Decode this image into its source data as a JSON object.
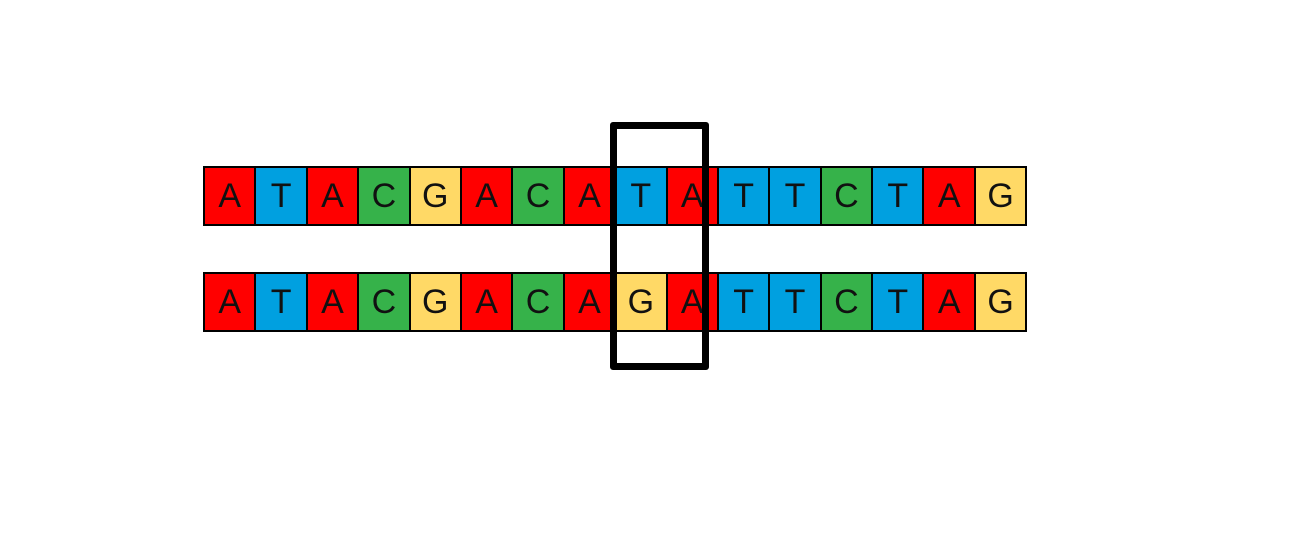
{
  "colors": {
    "A": "#ff0000",
    "T": "#00a0e0",
    "C": "#36b24a",
    "G": "#ffd966"
  },
  "sequences": [
    [
      "A",
      "T",
      "A",
      "C",
      "G",
      "A",
      "C",
      "A",
      "T",
      "A",
      "T",
      "T",
      "C",
      "T",
      "A",
      "G"
    ],
    [
      "A",
      "T",
      "A",
      "C",
      "G",
      "A",
      "C",
      "A",
      "G",
      "A",
      "T",
      "T",
      "C",
      "T",
      "A",
      "G"
    ]
  ],
  "highlight": {
    "position_index": 8
  }
}
